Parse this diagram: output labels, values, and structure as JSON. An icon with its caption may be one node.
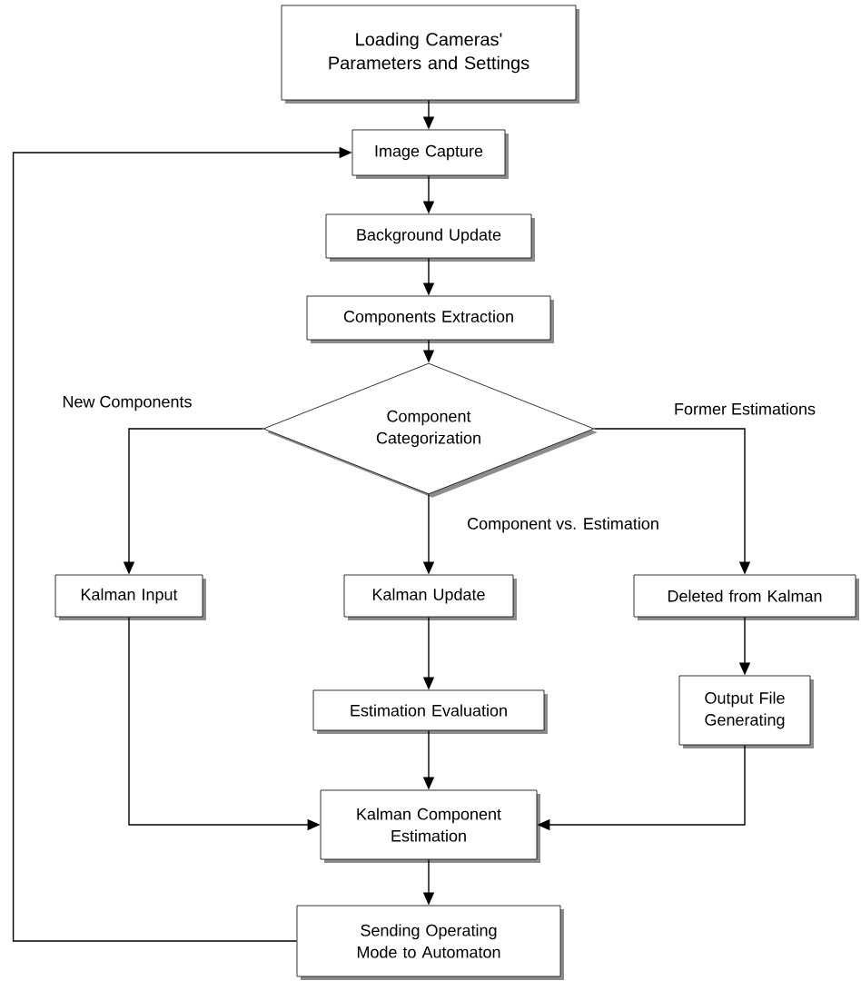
{
  "diagram": {
    "nodes": [
      {
        "text": [
          "Loading Cameras' Parameters and Settings"
        ]
      },
      {
        "text": [
          "Image Capture"
        ]
      },
      {
        "text": [
          "Background Update"
        ]
      },
      {
        "text": [
          "Components Extraction"
        ]
      },
      {
        "text": [
          "Component Categorization"
        ]
      },
      {
        "text": [
          "Kalman Input"
        ]
      },
      {
        "text": [
          "Kalman Update"
        ]
      },
      {
        "text": [
          "Deleted from Kalman"
        ]
      },
      {
        "text": [
          "Estimation Evaluation"
        ]
      },
      {
        "text": [
          "Output File Generating"
        ]
      },
      {
        "text": [
          "Kalman Component Estimation"
        ]
      },
      {
        "text": [
          "Sending Operating Mode to Automaton"
        ]
      }
    ],
    "edges": [
      {
        "from": 0,
        "to": 1,
        "arrow": "to"
      },
      {
        "from": 1,
        "to": 2,
        "arrow": "to"
      },
      {
        "from": 2,
        "to": 3,
        "arrow": "to"
      },
      {
        "from": 3,
        "to": 4,
        "arrow": "to"
      },
      {
        "from": 4,
        "to": 5,
        "arrow": "to",
        "label": "New Components"
      },
      {
        "from": 4,
        "to": 6,
        "arrow": "to",
        "label": "Component vs. Estimation"
      },
      {
        "from": 4,
        "to": 7,
        "arrow": "to",
        "label": "Former Estimations"
      },
      {
        "from": 5,
        "to": 10,
        "arrow": "to"
      },
      {
        "from": 6,
        "to": 8,
        "arrow": "to"
      },
      {
        "from": 8,
        "to": 10,
        "arrow": "to"
      },
      {
        "from": 7,
        "to": 9,
        "arrow": "to"
      },
      {
        "from": 9,
        "to": 10,
        "arrow": "to"
      },
      {
        "from": 10,
        "to": 11,
        "arrow": "to"
      },
      {
        "from": 11,
        "to": 1,
        "arrow": "to"
      }
    ]
  }
}
